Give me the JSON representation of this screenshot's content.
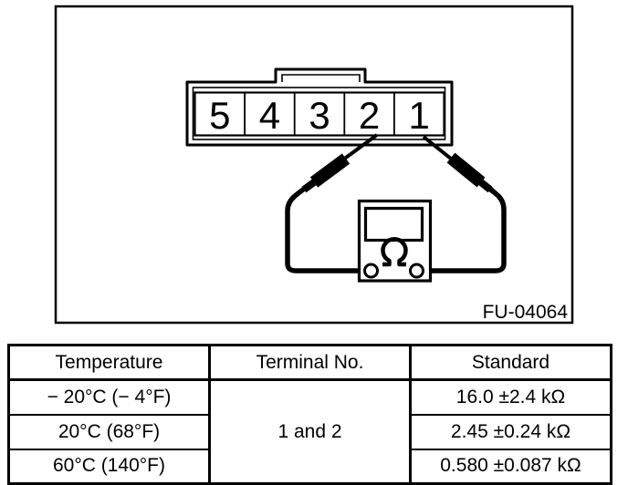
{
  "figure": {
    "code": "FU-04064",
    "connector": {
      "terminals": [
        "5",
        "4",
        "3",
        "2",
        "1"
      ]
    },
    "meter": {
      "symbol": "Ω"
    }
  },
  "table": {
    "headers": [
      "Temperature",
      "Terminal No.",
      "Standard"
    ],
    "terminal_no": "1 and 2",
    "rows": [
      {
        "temperature": "− 20°C (− 4°F)",
        "standard": "16.0 ±2.4 kΩ"
      },
      {
        "temperature": "20°C (68°F)",
        "standard": "2.45 ±0.24 kΩ"
      },
      {
        "temperature": "60°C (140°F)",
        "standard": "0.580 ±0.087 kΩ"
      }
    ]
  },
  "colors": {
    "line": "#000000",
    "background": "#ffffff"
  }
}
